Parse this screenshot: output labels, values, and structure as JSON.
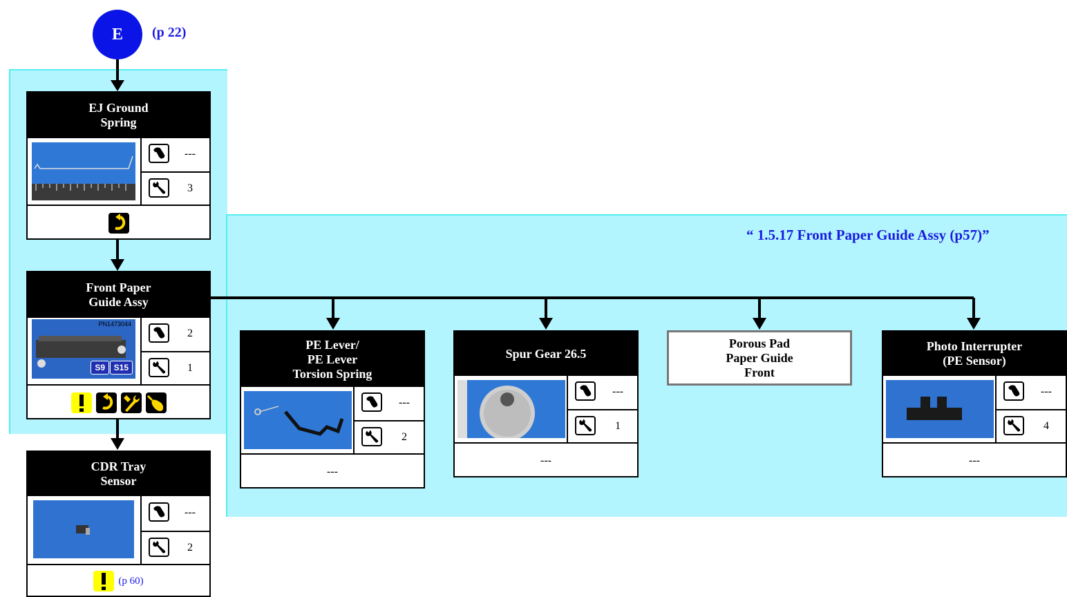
{
  "entry": {
    "letter": "E",
    "page_ref": "(p 22)"
  },
  "section_link": "“ 1.5.17 Front Paper Guide Assy (p57)”",
  "colors": {
    "region": "#b2f5ff",
    "entry_circle": "#0a14e6",
    "link": "#1a1ae0",
    "warning": "#ffff00"
  },
  "parts": {
    "ej_ground_spring": {
      "title": "EJ Ground\nSpring",
      "screw_count": "---",
      "tool_count": "3",
      "notes": [
        "reassembly-icon"
      ]
    },
    "front_paper_guide_assy": {
      "title": "Front Paper\nGuide Assy",
      "screw_count": "2",
      "tool_count": "1",
      "badges": [
        "S9",
        "S15"
      ],
      "photo_label": "PN1473044",
      "notes": [
        "caution-icon",
        "reassembly-icon",
        "adjustment-icon",
        "lubrication-icon"
      ]
    },
    "cdr_tray_sensor": {
      "title": "CDR Tray\nSensor",
      "screw_count": "---",
      "tool_count": "2",
      "notes": [
        "caution-icon"
      ],
      "note_ref": "(p 60)"
    },
    "pe_lever": {
      "title": "PE Lever/\nPE Lever\nTorsion Spring",
      "screw_count": "---",
      "tool_count": "2",
      "notes_text": "---"
    },
    "spur_gear": {
      "title": "Spur Gear 26.5",
      "screw_count": "---",
      "tool_count": "1",
      "notes_text": "---"
    },
    "porous_pad": {
      "title": "Porous Pad\nPaper Guide\nFront"
    },
    "photo_interrupter": {
      "title": "Photo Interrupter\n(PE Sensor)",
      "screw_count": "---",
      "tool_count": "4",
      "notes_text": "---"
    }
  }
}
